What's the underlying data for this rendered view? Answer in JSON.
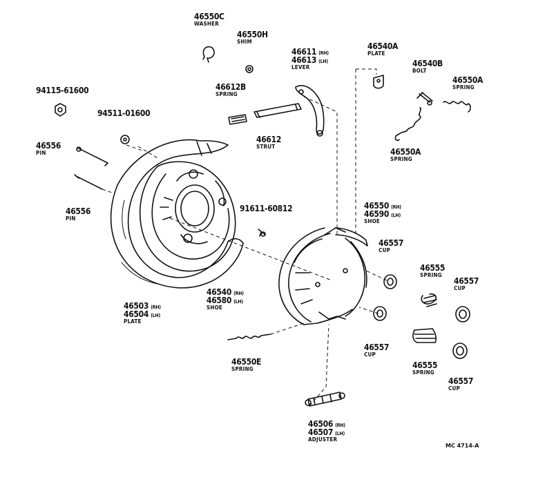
{
  "diagram": {
    "code": "MC 4714-A",
    "labels": [
      {
        "id": "washer",
        "lines": [
          {
            "pn": "46550C"
          }
        ],
        "name": "WASHER"
      },
      {
        "id": "shim",
        "lines": [
          {
            "pn": "46550H"
          }
        ],
        "name": "SHIM"
      },
      {
        "id": "lever",
        "lines": [
          {
            "pn": "46611",
            "side": "(RH)"
          },
          {
            "pn": "46613",
            "side": "(LH)"
          }
        ],
        "name": "LEVER"
      },
      {
        "id": "plate-small",
        "lines": [
          {
            "pn": "46540A"
          }
        ],
        "name": "PLATE"
      },
      {
        "id": "bolt",
        "lines": [
          {
            "pn": "46540B"
          }
        ],
        "name": "BOLT"
      },
      {
        "id": "spring-a-top",
        "lines": [
          {
            "pn": "46550A"
          }
        ],
        "name": "SPRING"
      },
      {
        "id": "nut",
        "lines": [
          {
            "pn": "94115-61600"
          }
        ],
        "name": ""
      },
      {
        "id": "spring-b",
        "lines": [
          {
            "pn": "46612B"
          }
        ],
        "name": "SPRING"
      },
      {
        "id": "washer-2",
        "lines": [
          {
            "pn": "94511-01600"
          }
        ],
        "name": ""
      },
      {
        "id": "strut",
        "lines": [
          {
            "pn": "46612"
          }
        ],
        "name": "STRUT"
      },
      {
        "id": "spring-a-mid",
        "lines": [
          {
            "pn": "46550A"
          }
        ],
        "name": "SPRING"
      },
      {
        "id": "pin-top",
        "lines": [
          {
            "pn": "46556"
          }
        ],
        "name": "PIN"
      },
      {
        "id": "pin-mid",
        "lines": [
          {
            "pn": "46556"
          }
        ],
        "name": "PIN"
      },
      {
        "id": "bolt-2",
        "lines": [
          {
            "pn": "91611-60812"
          }
        ],
        "name": ""
      },
      {
        "id": "shoe-top",
        "lines": [
          {
            "pn": "46550",
            "side": "(RH)"
          },
          {
            "pn": "46590",
            "side": "(LH)"
          }
        ],
        "name": "SHOE"
      },
      {
        "id": "cup-1",
        "lines": [
          {
            "pn": "46557"
          }
        ],
        "name": "CUP"
      },
      {
        "id": "spring-555-top",
        "lines": [
          {
            "pn": "46555"
          }
        ],
        "name": "SPRING"
      },
      {
        "id": "cup-2",
        "lines": [
          {
            "pn": "46557"
          }
        ],
        "name": "CUP"
      },
      {
        "id": "shoe-bottom",
        "lines": [
          {
            "pn": "46540",
            "side": "(RH)"
          },
          {
            "pn": "46580",
            "side": "(LH)"
          }
        ],
        "name": "SHOE"
      },
      {
        "id": "plate-backing",
        "lines": [
          {
            "pn": "46503",
            "side": "(RH)"
          },
          {
            "pn": "46504",
            "side": "(LH)"
          }
        ],
        "name": "PLATE"
      },
      {
        "id": "cup-3",
        "lines": [
          {
            "pn": "46557"
          }
        ],
        "name": "CUP"
      },
      {
        "id": "spring-555-bottom",
        "lines": [
          {
            "pn": "46555"
          }
        ],
        "name": "SPRING"
      },
      {
        "id": "spring-e",
        "lines": [
          {
            "pn": "46550E"
          }
        ],
        "name": "SPRING"
      },
      {
        "id": "cup-4",
        "lines": [
          {
            "pn": "46557"
          }
        ],
        "name": "CUP"
      },
      {
        "id": "adjuster",
        "lines": [
          {
            "pn": "46506",
            "side": "(RH)"
          },
          {
            "pn": "46507",
            "side": "(LH)"
          }
        ],
        "name": "ADJUSTER"
      }
    ]
  }
}
